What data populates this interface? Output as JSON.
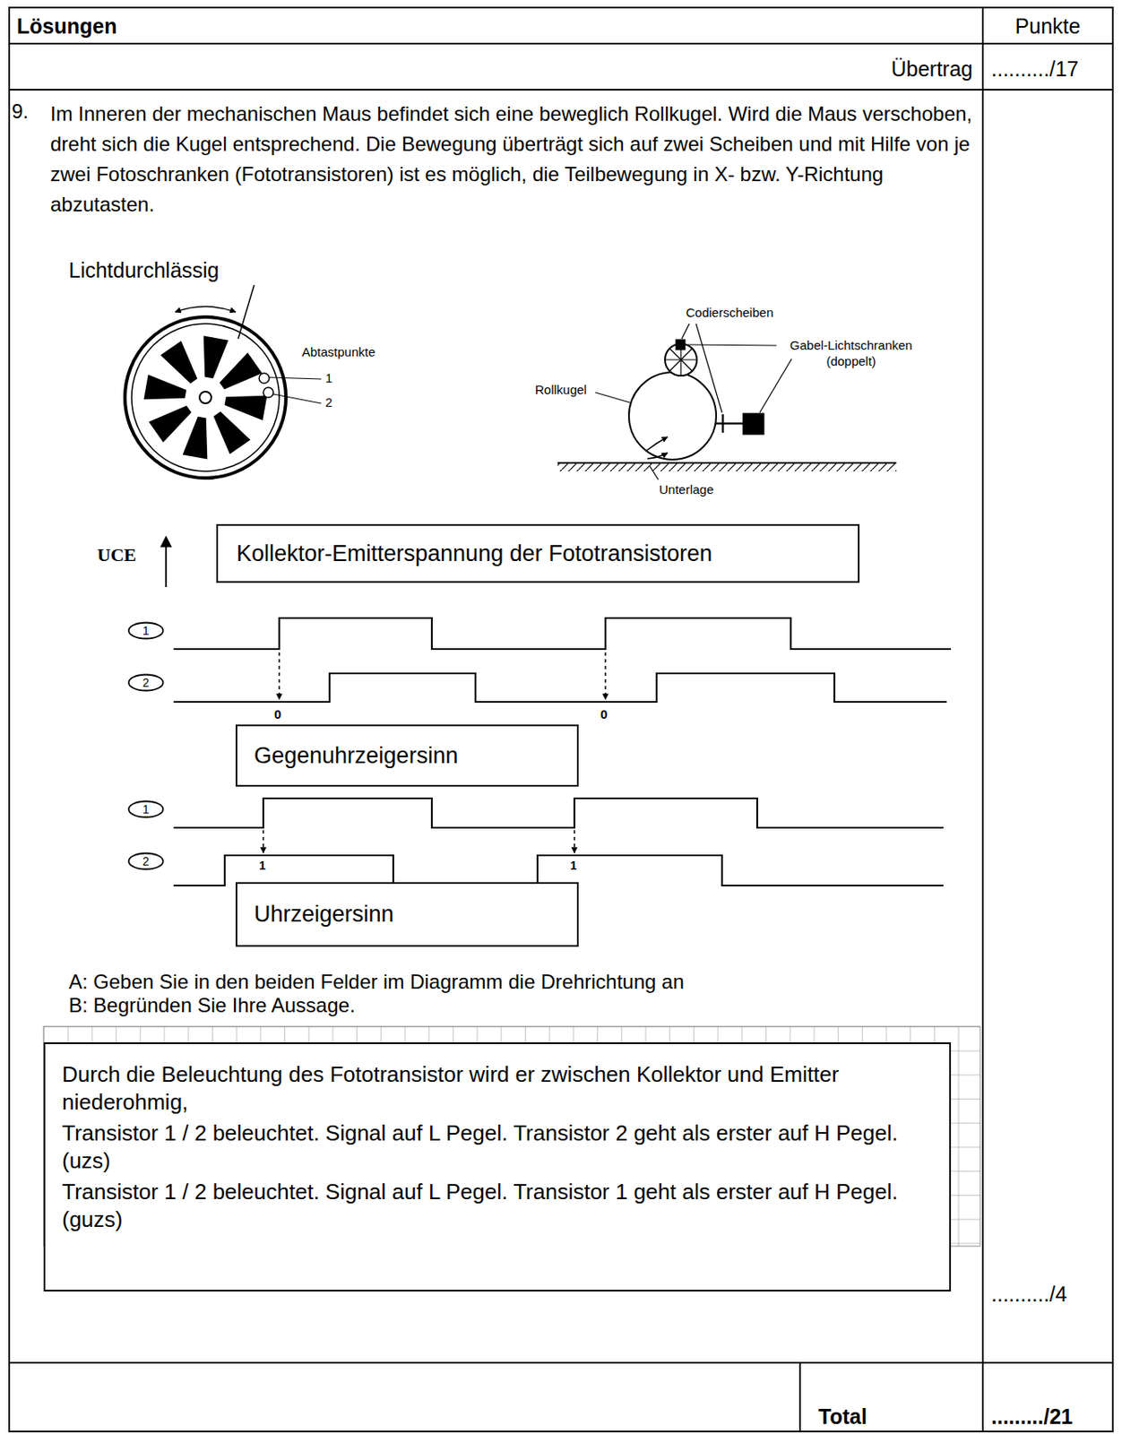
{
  "diagram": {
    "nodes": [
      {
        "text": [
          "Kollektor-Emitterspannung der Fototransistoren"
        ]
      },
      {
        "text": [
          "1"
        ]
      },
      {
        "text": [
          "2"
        ]
      },
      {
        "text": [
          "Gegenuhrzeigersinn"
        ]
      },
      {
        "text": [
          "1"
        ]
      },
      {
        "text": [
          "2"
        ]
      },
      {
        "text": [
          "Uhrzeigersinn"
        ]
      },
      {
        "text": [
          "Durch die Beleuchtung des Fototransistor wird er zwischen Kollektor und Emitter niederohmig,",
          "Transistor 1 / 2 beleuchtet. Signal auf L Pegel. Transistor 2 geht als erster auf H Pegel.   (uzs)",
          "Transistor 1 / 2 beleuchtet. Signal auf L Pegel. Transistor 1 geht als erster auf H Pegel.   (guzs)"
        ]
      }
    ],
    "labels": [
      "Lösungen",
      "Punkte",
      "Übertrag",
      "........../17",
      "9.",
      "Im Inneren der mechanischen Maus befindet sich eine beweglich Rollkugel. Wird die Maus verschoben, dreht sich die Kugel entsprechend. Die Bewegung überträgt sich auf zwei Scheiben und mit Hilfe von je zwei Fotoschranken (Fototransistoren) ist es möglich, die Teilbewegung in X- bzw. Y-Richtung abzutasten.",
      "Lichtdurchlässig",
      "Abtastpunkte",
      "1",
      "2",
      "Codierscheiben",
      "Gabel-Lichtschranken (doppelt)",
      "Rollkugel",
      "Unterlage",
      "UCE",
      "0",
      "0",
      "1",
      "1",
      "A: Geben Sie in den beiden Felder im Diagramm die Drehrichtung an",
      "B: Begründen Sie Ihre Aussage.",
      "........../4",
      "Total",
      "........./21"
    ]
  }
}
